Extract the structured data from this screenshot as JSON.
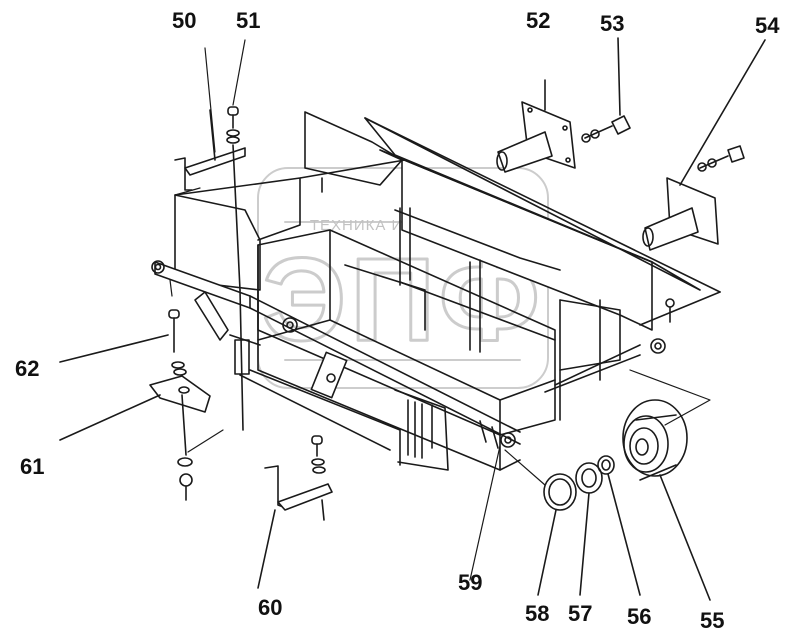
{
  "watermark": {
    "caption": "ТЕХНИКА И ЗАПЧАСТИ",
    "letters": "ЭПФ",
    "color": "#bdbdbd"
  },
  "callouts": {
    "c50": "50",
    "c51": "51",
    "c52": "52",
    "c53": "53",
    "c54": "54",
    "c55": "55",
    "c56": "56",
    "c57": "57",
    "c58": "58",
    "c59": "59",
    "c60": "60",
    "c61": "61",
    "c62": "62"
  },
  "colors": {
    "line": "#1a1a1a",
    "paper": "#ffffff"
  }
}
